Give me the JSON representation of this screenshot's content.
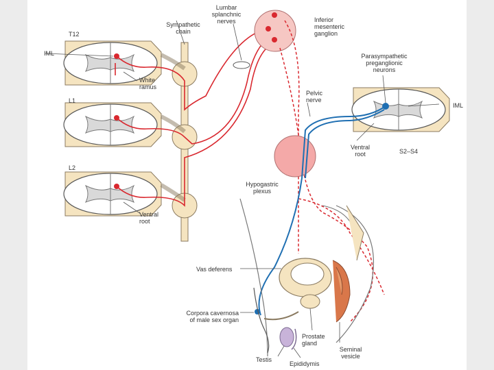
{
  "colors": {
    "sympathetic": "#d9282f",
    "parasympathetic": "#1f6fb2",
    "ganglion_fill": "#f6c7c3",
    "plexus_fill": "#f4a9a8",
    "bone": "#f5e4c0",
    "grey_matter": "#d9d9d9"
  },
  "labels": {
    "t12": "T12",
    "iml_left": "IML",
    "sympathetic_chain": [
      "Sympathetic",
      "chain"
    ],
    "lumbar_splanchnic": [
      "Lumbar",
      "splanchnic",
      "nerves"
    ],
    "inferior_mesenteric": [
      "Inferior",
      "mesenteric",
      "ganglion"
    ],
    "parasympathetic": [
      "Parasympathetic",
      "preganglionic",
      "neurons"
    ],
    "white_ramus": [
      "White",
      "ramus"
    ],
    "l1": "L1",
    "pelvic_nerve": [
      "Pelvic",
      "nerve"
    ],
    "iml_right": "IML",
    "ventral_root_right": [
      "Ventral",
      "root"
    ],
    "s2_s4": "S2–S4",
    "l2": "L2",
    "hypogastric": [
      "Hypogastric",
      "plexus"
    ],
    "ventral_root_left": [
      "Ventral",
      "root"
    ],
    "vas_deferens": "Vas deferens",
    "corpora": [
      "Corpora cavernosa",
      "of male sex organ"
    ],
    "prostate": [
      "Prostate",
      "gland"
    ],
    "seminal": [
      "Seminal",
      "vesicle"
    ],
    "testis": "Testis",
    "epididymis": "Epididymis"
  }
}
